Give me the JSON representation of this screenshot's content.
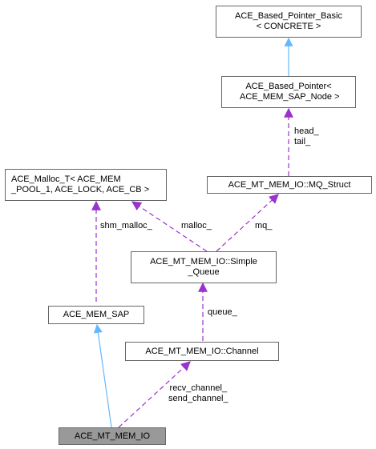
{
  "colors": {
    "inheritance": "#63b8ff",
    "usage": "#9a32cd",
    "border": "#666666",
    "focus_fill": "#999999"
  },
  "nodes": {
    "based_pointer_basic": {
      "line1": "ACE_Based_Pointer_Basic",
      "line2": "< CONCRETE >"
    },
    "based_pointer": {
      "line1": "ACE_Based_Pointer<",
      "line2": " ACE_MEM_SAP_Node >"
    },
    "malloc_t": {
      "line1": "ACE_Malloc_T< ACE_MEM",
      "line2": "_POOL_1, ACE_LOCK, ACE_CB >"
    },
    "mq_struct": {
      "line1": "ACE_MT_MEM_IO::MQ_Struct"
    },
    "simple_queue": {
      "line1": "ACE_MT_MEM_IO::Simple",
      "line2": "_Queue"
    },
    "mem_sap": {
      "line1": "ACE_MEM_SAP"
    },
    "channel": {
      "line1": "ACE_MT_MEM_IO::Channel"
    },
    "mt_mem_io": {
      "line1": "ACE_MT_MEM_IO"
    }
  },
  "edges": {
    "head_tail": {
      "line1": "head_",
      "line2": "tail_"
    },
    "shm_malloc": "shm_malloc_",
    "malloc": "malloc_",
    "mq": "mq_",
    "queue": "queue_",
    "recv_send": {
      "line1": "recv_channel_",
      "line2": "send_channel_"
    }
  }
}
